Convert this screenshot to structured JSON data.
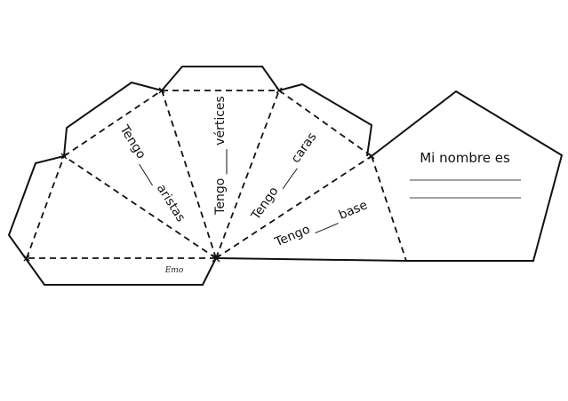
{
  "labels": {
    "aristas": "Tengo ____ aristas",
    "vertices": "Tengo ____ vértices",
    "caras": "Tengo ____ caras",
    "base": "Tengo ____ base"
  },
  "name_panel": {
    "title": "Mi nombre es"
  },
  "signature": "Emo"
}
